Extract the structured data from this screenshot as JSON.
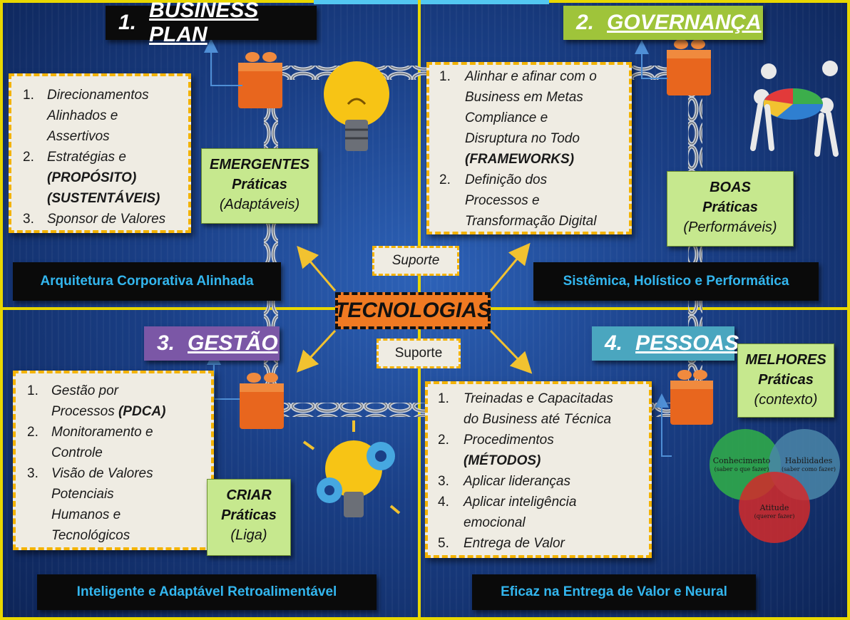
{
  "quadrants": {
    "q1": {
      "number": "1.",
      "title": "BUSINESS PLAN",
      "items": [
        {
          "n": "1.",
          "lines": [
            "Direcionamentos",
            "Alinhados e",
            "Assertivos"
          ]
        },
        {
          "n": "2.",
          "lines": [
            "Estratégias e"
          ],
          "bold_lines": [
            "(PROPÓSITO)",
            "(SUSTENTÁVEIS)"
          ]
        },
        {
          "n": "3.",
          "lines": [
            "Sponsor de Valores"
          ]
        }
      ],
      "practice": {
        "strong": "EMERGENTES",
        "label": "Práticas",
        "sub": "(Adaptáveis)"
      },
      "banner": "Arquitetura Corporativa Alinhada"
    },
    "q2": {
      "number": "2.",
      "title": "GOVERNANÇA",
      "items": [
        {
          "n": "1.",
          "lines": [
            "Alinhar e afinar com o",
            "Business em Metas",
            "Compliance e",
            "Disruptura no Todo"
          ],
          "bold_lines": [
            "(FRAMEWORKS)"
          ]
        },
        {
          "n": "2.",
          "lines": [
            "Definição dos",
            "Processos e",
            "Transformação Digital"
          ]
        }
      ],
      "practice": {
        "strong": "BOAS",
        "label": "Práticas",
        "sub": "(Performáveis)"
      },
      "banner": "Sistêmica, Holístico e Performática"
    },
    "q3": {
      "number": "3.",
      "title": "GESTÃO",
      "items": [
        {
          "n": "1.",
          "lines": [
            "Gestão por"
          ],
          "mixed": {
            "plain": "Processos ",
            "bold": "(PDCA)"
          }
        },
        {
          "n": "2.",
          "lines": [
            "Monitoramento e",
            "Controle"
          ]
        },
        {
          "n": "3.",
          "lines": [
            "Visão de Valores",
            "Potenciais",
            "Humanos e",
            "Tecnológicos"
          ]
        }
      ],
      "practice": {
        "strong": "CRIAR",
        "label": "Práticas",
        "sub": "(Liga)"
      },
      "banner": "Inteligente e Adaptável Retroalimentável"
    },
    "q4": {
      "number": "4.",
      "title": "PESSOAS",
      "items": [
        {
          "n": "1.",
          "lines": [
            "Treinadas e Capacitadas",
            "do Business até Técnica"
          ]
        },
        {
          "n": "2.",
          "lines": [
            "Procedimentos"
          ],
          "bold_lines": [
            "(MÉTODOS)"
          ]
        },
        {
          "n": "3.",
          "lines": [
            "Aplicar lideranças"
          ]
        },
        {
          "n": "4.",
          "lines": [
            "Aplicar inteligência",
            "emocional"
          ]
        },
        {
          "n": "5.",
          "lines": [
            "Entrega de Valor"
          ]
        }
      ],
      "practice": {
        "strong": "MELHORES",
        "label": "Práticas",
        "sub": "(contexto)"
      },
      "banner": "Eficaz na Entrega de Valor e Neural"
    }
  },
  "center": {
    "label": "TECNOLOGIAS",
    "support_top": "Suporte",
    "support_bottom": "Suporte"
  },
  "venn": {
    "knowledge": {
      "title": "Conhecimento",
      "sub": "(saber o que fazer)"
    },
    "skills": {
      "title": "Habilidades",
      "sub": "(saber como fazer)"
    },
    "attitude": {
      "title": "Atitude",
      "sub": "(querer fazer)"
    }
  },
  "colors": {
    "background": "#1a3f86",
    "divider": "#e8d700",
    "dashed_border": "#f4b300",
    "practice_green": "#c6e88e",
    "banner_text": "#33b6ee",
    "tech_orange": "#f07a22"
  }
}
